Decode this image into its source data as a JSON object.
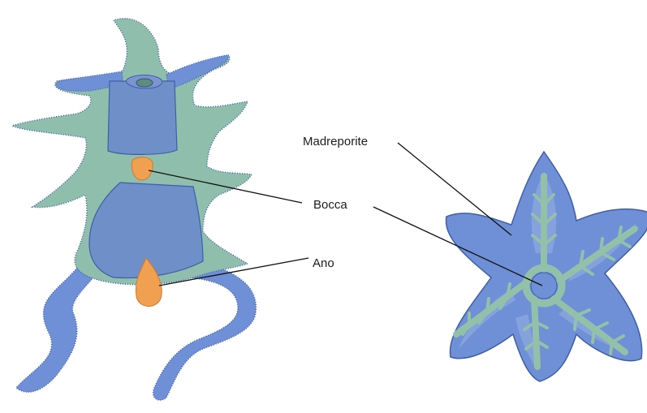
{
  "labels": {
    "madreporite": "Madreporite",
    "bocca": "Bocca",
    "ano": "Ano"
  },
  "colors": {
    "larva_body": "#8fbfac",
    "larva_dark_band": "#6f8fc9",
    "mouth_anus": "#f0a050",
    "star_body": "#6f8fd6",
    "ambulacral_system": "#93c0a9",
    "cilia": "#3e5ea8",
    "leader_line": "#111111"
  },
  "icons": {
    "larva": "bipinnaria-larva-illustration",
    "starfish": "young-sea-star-illustration"
  }
}
